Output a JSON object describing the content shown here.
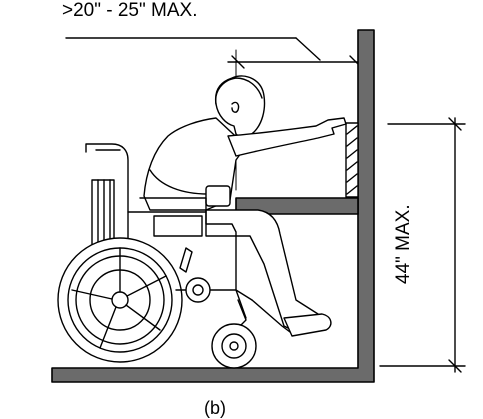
{
  "labels": {
    "reach": ">20\" - 25\" MAX.",
    "height": "44\" MAX.",
    "caption": "(b)"
  },
  "colors": {
    "wall_fill": "#6b6b6b",
    "line": "#000000",
    "background": "#ffffff"
  }
}
